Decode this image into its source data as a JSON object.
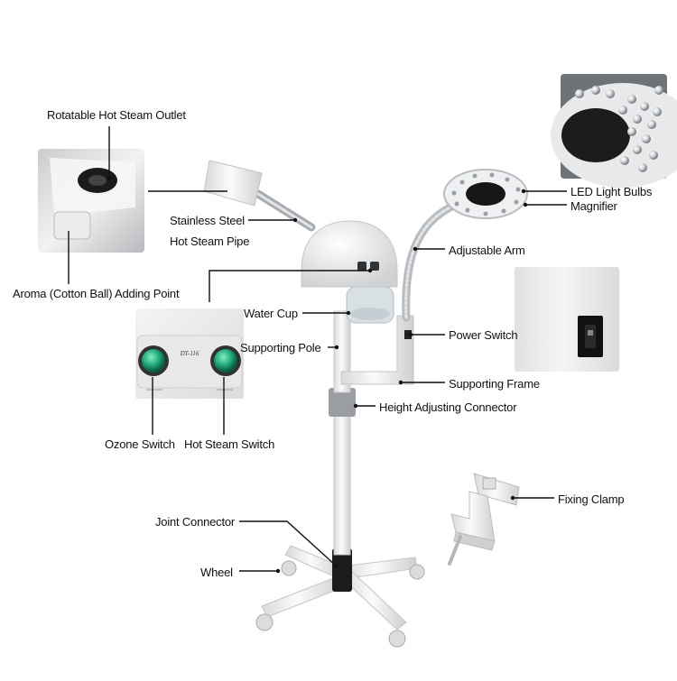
{
  "labels": {
    "rotatable_outlet": "Rotatable Hot Steam Outlet",
    "stainless_pipe_1": "Stainless Steel",
    "stainless_pipe_2": "Hot Steam Pipe",
    "aroma_point": "Aroma (Cotton Ball) Adding Point",
    "water_cup": "Water Cup",
    "supporting_pole": "Supporting Pole",
    "ozone_switch": "Ozone Switch",
    "hot_steam_switch": "Hot Steam Switch",
    "led_bulbs": "LED Light Bulbs",
    "magnifier": "Magnifier",
    "adjustable_arm": "Adjustable Arm",
    "power_switch": "Power Switch",
    "supporting_frame": "Supporting Frame",
    "height_connector": "Height Adjusting Connector",
    "fixing_clamp": "Fixing Clamp",
    "joint_connector": "Joint Connector",
    "wheel": "Wheel"
  },
  "panel": {
    "model_text": "DT-116"
  },
  "colors": {
    "device_white": "#f2f2f2",
    "device_shadow": "#c8c8c8",
    "switch_green": "#1fa67a",
    "callout_line": "#111111",
    "connector_gray": "#9a9ea3",
    "arm_gray": "#b9bcc0"
  }
}
